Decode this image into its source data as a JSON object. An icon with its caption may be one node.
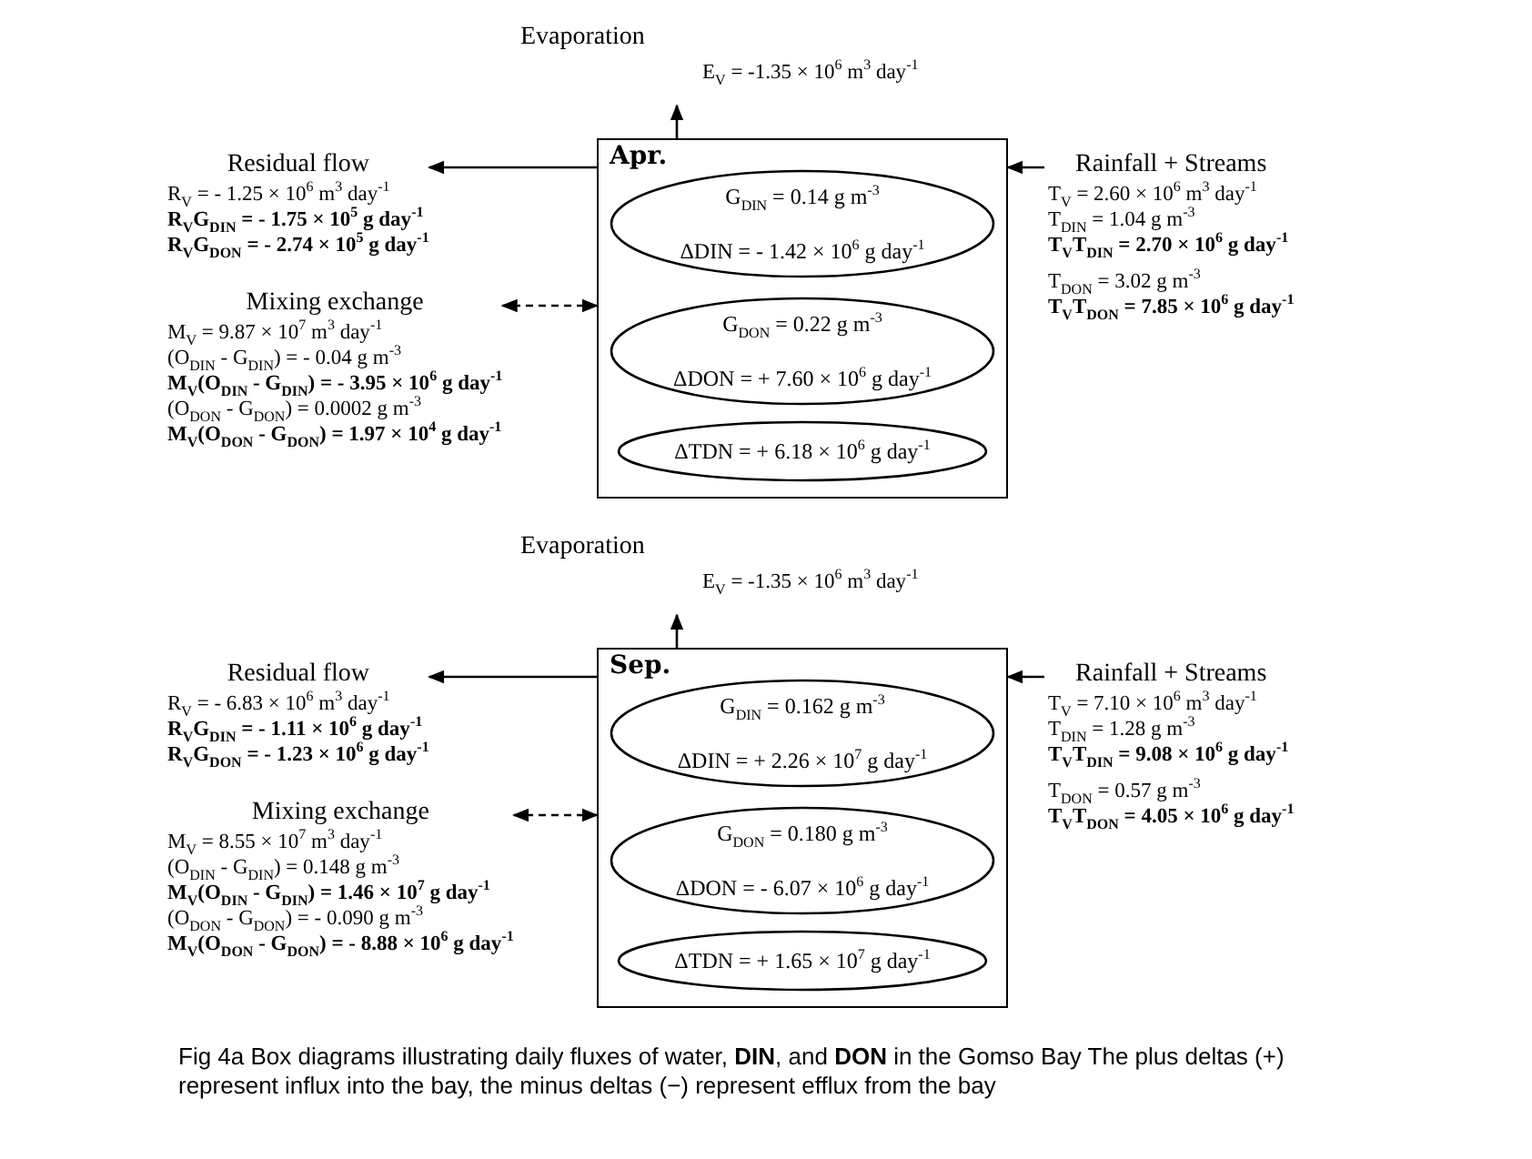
{
  "diagram": {
    "caption": "Fig 4a Box diagrams illustrating daily fluxes of water, **DIN**, and **DON** in the Gomso Bay The plus deltas (+) represent influx into the bay, the minus deltas (−) represent efflux from the bay",
    "nodes": [
      {
        "text": [
          "Apr."
        ]
      },
      {
        "text": [
          "G$_{DIN}$ = 0.14 g m$^{-3}$",
          "ΔDIN = - 1.42 × 10$^{6}$ g day$^{-1}$"
        ],
        "in": 0
      },
      {
        "text": [
          "G$_{DON}$ = 0.22 g m$^{-3}$",
          "ΔDON = + 7.60 × 10$^{6}$ g day$^{-1}$"
        ],
        "in": 0
      },
      {
        "text": [
          "ΔTDN = + 6.18 × 10$^{6}$ g day$^{-1}$"
        ],
        "in": 0
      },
      {
        "text": [
          "Evaporation",
          "E$_{V}$ = -1.35 × 10$^{6}$ m$^{3}$ day$^{-1}$"
        ]
      },
      {
        "text": [
          "Residual flow",
          "R$_{V}$ = - 1.25 × 10$^{6}$ m$^{3}$ day$^{-1}$",
          "**R$_{V}$G$_{DIN}$ = - 1.75 × 10$^{5}$ g day$^{-1}$**",
          "**R$_{V}$G$_{DON}$ = - 2.74 × 10$^{5}$ g day$^{-1}$**"
        ]
      },
      {
        "text": [
          "Mixing exchange",
          "M$_{V}$ = 9.87 × 10$^{7}$ m$^{3}$ day$^{-1}$",
          "(O$_{DIN}$ - G$_{DIN}$) = - 0.04 g m$^{-3}$",
          "**M$_{V}$(O$_{DIN}$ - G$_{DIN}$) = - 3.95 × 10$^{6}$ g day$^{-1}$**",
          "(O$_{DON}$ - G$_{DON}$) = 0.0002 g m$^{-3}$",
          "**M$_{V}$(O$_{DON}$ - G$_{DON}$) = 1.97 × 10$^{4}$ g day$^{-1}$**"
        ]
      },
      {
        "text": [
          "Rainfall + Streams",
          "T$_{V}$ = 2.60 × 10$^{6}$ m$^{3}$ day$^{-1}$",
          "T$_{DIN}$ = 1.04 g m$^{-3}$",
          "**T$_{V}$T$_{DIN}$ = 2.70 × 10$^{6}$ g day$^{-1}$**",
          "T$_{DON}$ = 3.02 g m$^{-3}$",
          "**T$_{V}$T$_{DON}$ = 7.85 × 10$^{6}$ g day$^{-1}$**"
        ]
      },
      {
        "text": [
          "Sep."
        ]
      },
      {
        "text": [
          "G$_{DIN}$ = 0.162 g m$^{-3}$",
          "ΔDIN = + 2.26 × 10$^{7}$ g day$^{-1}$"
        ],
        "in": 8
      },
      {
        "text": [
          "G$_{DON}$ = 0.180 g m$^{-3}$",
          "ΔDON = - 6.07 × 10$^{6}$ g day$^{-1}$"
        ],
        "in": 8
      },
      {
        "text": [
          "ΔTDN = + 1.65 × 10$^{7}$ g day$^{-1}$"
        ],
        "in": 8
      },
      {
        "text": [
          "Evaporation",
          "E$_{V}$ = -1.35 × 10$^{6}$ m$^{3}$ day$^{-1}$"
        ]
      },
      {
        "text": [
          "Residual flow",
          "R$_{V}$ = - 6.83 × 10$^{6}$ m$^{3}$ day$^{-1}$",
          "**R$_{V}$G$_{DIN}$ = - 1.11 × 10$^{6}$ g day$^{-1}$**",
          "**R$_{V}$G$_{DON}$ = - 1.23 × 10$^{6}$ g day$^{-1}$**"
        ]
      },
      {
        "text": [
          "Mixing exchange",
          "M$_{V}$ = 8.55 × 10$^{7}$ m$^{3}$ day$^{-1}$",
          "(O$_{DIN}$ - G$_{DIN}$) = 0.148 g m$^{-3}$",
          "**M$_{V}$(O$_{DIN}$ - G$_{DIN}$) = 1.46 × 10$^{7}$ g day$^{-1}$**",
          "(O$_{DON}$ - G$_{DON}$) = - 0.090 g m$^{-3}$",
          "**M$_{V}$(O$_{DON}$ - G$_{DON}$) = - 8.88 × 10$^{6}$ g day$^{-1}$**"
        ]
      },
      {
        "text": [
          "Rainfall + Streams",
          "T$_{V}$ = 7.10 × 10$^{6}$ m$^{3}$ day$^{-1}$",
          "T$_{DIN}$ = 1.28 g m$^{-3}$",
          "**T$_{V}$T$_{DIN}$ = 9.08 × 10$^{6}$ g day$^{-1}$**",
          "T$_{DON}$ = 0.57 g m$^{-3}$",
          "**T$_{V}$T$_{DON}$ = 4.05 × 10$^{6}$ g day$^{-1}$**"
        ]
      }
    ],
    "edges": [
      {
        "from": 0,
        "to": 4,
        "arrow": "to"
      },
      {
        "from": 0,
        "to": 5,
        "arrow": "to"
      },
      {
        "from": 0,
        "to": 6,
        "arrow": "both",
        "style": "dashed"
      },
      {
        "from": 7,
        "to": 0,
        "arrow": "to"
      },
      {
        "from": 8,
        "to": 12,
        "arrow": "to"
      },
      {
        "from": 8,
        "to": 13,
        "arrow": "to"
      },
      {
        "from": 8,
        "to": 14,
        "arrow": "both",
        "style": "dashed"
      },
      {
        "from": 15,
        "to": 8,
        "arrow": "to"
      }
    ]
  }
}
